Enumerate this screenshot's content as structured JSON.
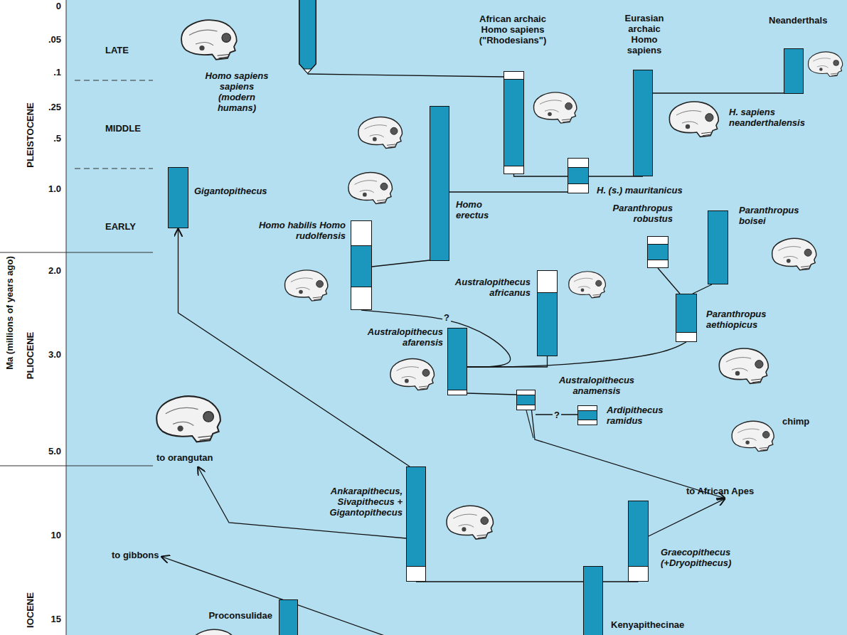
{
  "diagram": {
    "nodes": [
      {
        "text": [
          "Homo sapiens sapiens (modern humans)"
        ]
      },
      {
        "text": [
          "African archaic Homo sapiens (\"Rhodesians\")"
        ]
      },
      {
        "text": [
          "Eurasian archaic Homo sapiens"
        ]
      },
      {
        "text": [
          "Neanderthals"
        ]
      },
      {
        "text": [
          "H. (s.) mauritanicus"
        ]
      },
      {
        "text": [
          "Homo erectus"
        ]
      },
      {
        "text": [
          "Gigantopithecus"
        ]
      },
      {
        "text": [
          "Homo habilis Homo rudolfensis"
        ]
      },
      {
        "text": [
          "Paranthropus robustus"
        ]
      },
      {
        "text": [
          "Paranthropus boisei"
        ]
      },
      {
        "text": [
          "Australopithecus africanus"
        ]
      },
      {
        "text": [
          "Paranthropus aethiopicus"
        ]
      },
      {
        "text": [
          "Australopithecus afarensis"
        ]
      },
      {
        "text": [
          "Australopithecus anamensis"
        ]
      },
      {
        "text": [
          "Ardipithecus ramidus"
        ]
      },
      {
        "text": [
          "to orangutan"
        ]
      },
      {
        "text": [
          "Ankarapithecus, Sivapithecus + Gigantopithecus"
        ]
      },
      {
        "text": [
          "to African Apes"
        ]
      },
      {
        "text": [
          "Graecopithecus (+Dryopithecus)"
        ]
      },
      {
        "text": [
          "to gibbons"
        ]
      },
      {
        "text": [
          "Proconsulidae"
        ]
      },
      {
        "text": [
          "Kenyapithecinae"
        ]
      }
    ],
    "edges": [
      {
        "from": 1,
        "to": 0,
        "arrow": "none"
      },
      {
        "from": 4,
        "to": 1,
        "arrow": "none"
      },
      {
        "from": 4,
        "to": 2,
        "arrow": "none"
      },
      {
        "from": 2,
        "to": 3,
        "arrow": "none"
      },
      {
        "from": 5,
        "to": 4,
        "arrow": "none"
      },
      {
        "from": 7,
        "to": 5,
        "arrow": "none"
      },
      {
        "from": 12,
        "to": 7,
        "label": "?",
        "arrow": "none"
      },
      {
        "from": 12,
        "to": 10,
        "arrow": "none"
      },
      {
        "from": 12,
        "to": 11,
        "arrow": "none"
      },
      {
        "from": 11,
        "to": 8,
        "arrow": "none"
      },
      {
        "from": 11,
        "to": 9,
        "arrow": "none"
      },
      {
        "from": 13,
        "to": 12,
        "arrow": "none"
      },
      {
        "from": 13,
        "to": 14,
        "label": "?",
        "arrow": "none"
      },
      {
        "from": 13,
        "to": 17,
        "arrow": "to"
      },
      {
        "from": 18,
        "to": 17,
        "arrow": "to"
      },
      {
        "from": 21,
        "to": 16,
        "arrow": "none"
      },
      {
        "from": 21,
        "to": 18,
        "arrow": "none"
      },
      {
        "from": 16,
        "to": 15,
        "arrow": "to"
      },
      {
        "from": 16,
        "to": 6,
        "arrow": "to"
      },
      {
        "from": 20,
        "to": 19,
        "arrow": "to"
      }
    ],
    "labels": [
      "0",
      ".05",
      ".1",
      ".25",
      ".5",
      "1.0",
      "2.0",
      "3.0",
      "5.0",
      "10",
      "15",
      "LATE",
      "MIDDLE",
      "EARLY",
      "PLEISTOCENE",
      "PLIOCENE",
      "IOCENE",
      "Ma (millions of years ago)",
      "H. sapiens neanderthalensis",
      "chimp"
    ]
  }
}
